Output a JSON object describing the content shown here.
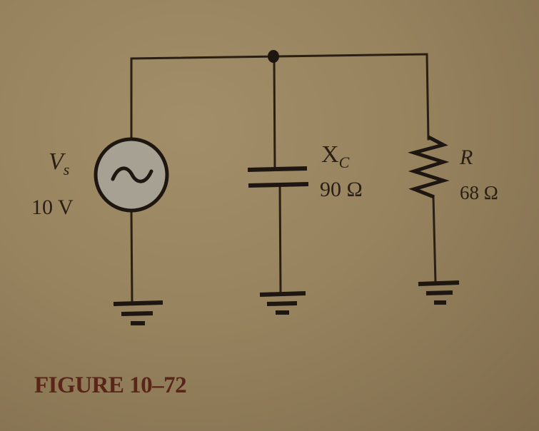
{
  "figure": {
    "caption": "FIGURE 10–72",
    "caption_color": "#5a2418",
    "background_color": "#9a8762",
    "ink_color": "#2a1f14"
  },
  "source": {
    "symbol": "V",
    "subscript": "s",
    "value": "10 V",
    "type": "ac-voltage-source",
    "fill_color": "#a7a193"
  },
  "capacitor": {
    "symbol": "X",
    "subscript": "C",
    "value": "90 Ω",
    "type": "capacitive-reactance"
  },
  "resistor": {
    "symbol": "R",
    "value": "68 Ω",
    "type": "resistor"
  },
  "topology": {
    "connection": "parallel",
    "grounds": 3,
    "junction_nodes": 1
  }
}
